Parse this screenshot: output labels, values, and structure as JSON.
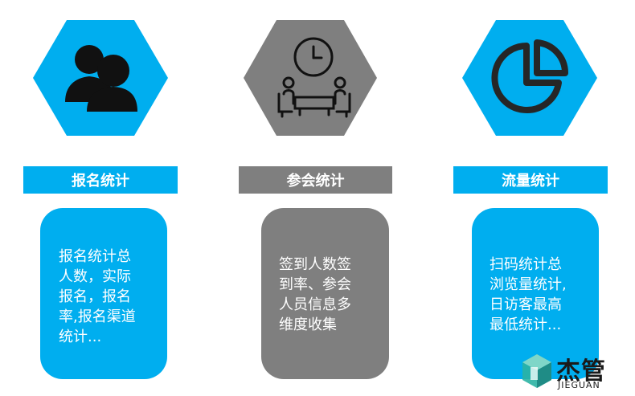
{
  "colors": {
    "blue": "#00aeef",
    "gray": "#7f7f7f",
    "white": "#ffffff",
    "dark": "#262626"
  },
  "items": [
    {
      "icon": "users-icon",
      "title": "报名统计",
      "desc": "报名统计总\n人数，实际\n报名，报名\n率,报名渠道\n统计..."
    },
    {
      "icon": "meeting-clock-icon",
      "title": "参会统计",
      "desc": "签到人数签\n到率、参会\n人员信息多\n维度收集"
    },
    {
      "icon": "pie-chart-icon",
      "title": "流量统计",
      "desc": "扫码统计总\n浏览量统计,\n日访客最高\n最低统计..."
    }
  ],
  "logo": {
    "cn": "杰管",
    "en": "JIEGUAN"
  }
}
